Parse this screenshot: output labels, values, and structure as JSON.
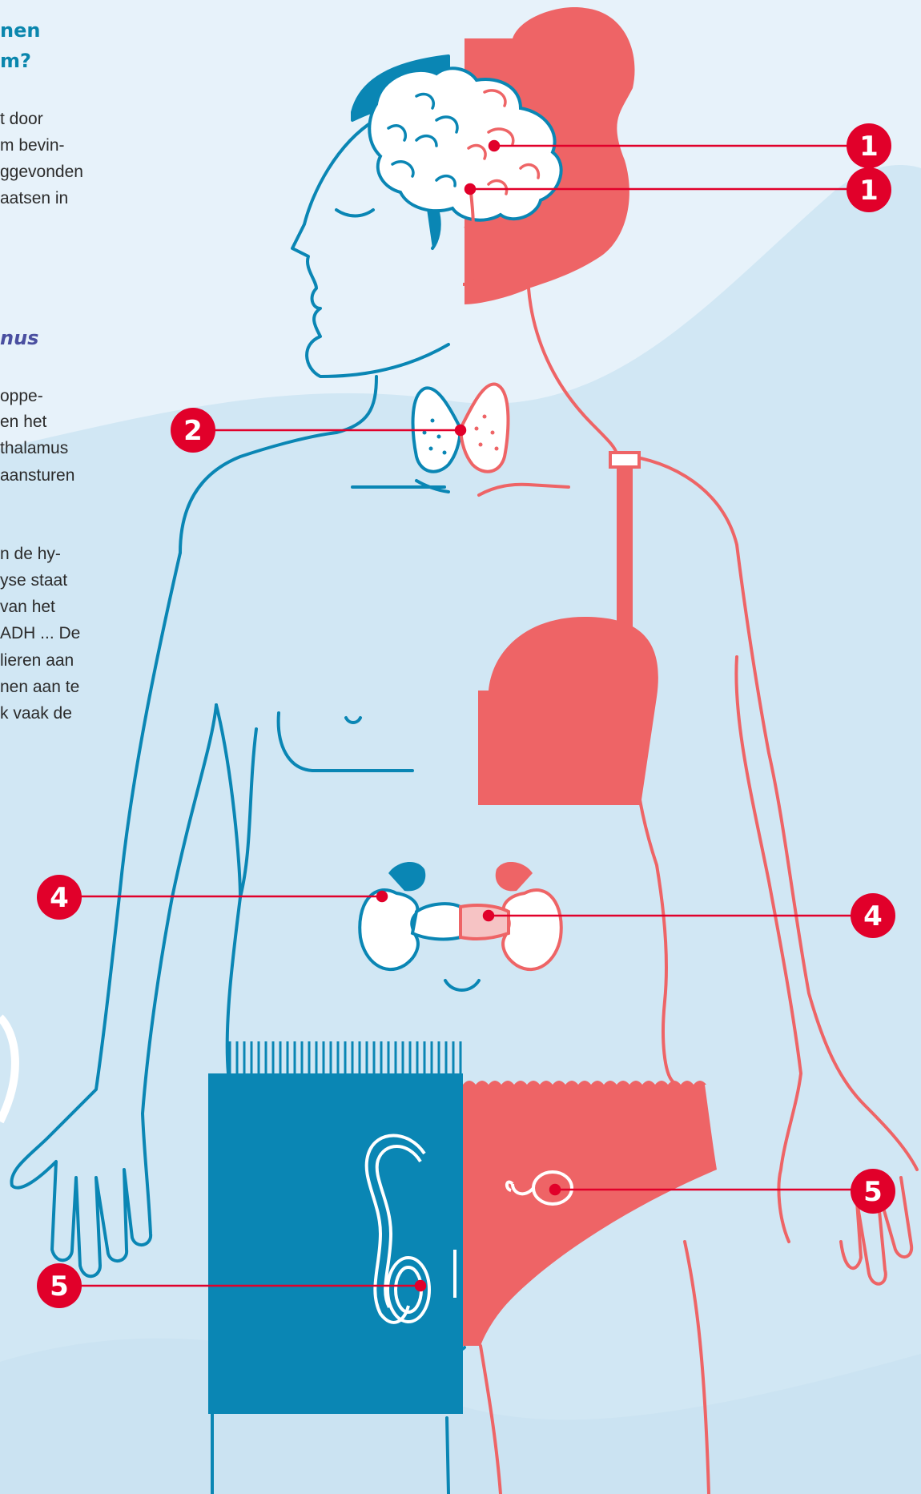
{
  "intro": {
    "heading_line1": "nen",
    "heading_line2": "m?",
    "para_lines": [
      "t door",
      "m bevin-",
      "ggevonden",
      "aatsen in"
    ]
  },
  "section": {
    "subheading": "nus",
    "para1_lines": [
      "oppe-",
      "en het",
      "thalamus",
      "aansturen"
    ],
    "para2_lines": [
      "n de hy-",
      "yse staat",
      "van het",
      "ADH ... De",
      "lieren aan",
      "nen aan te",
      "k vaak de"
    ]
  },
  "markers": [
    {
      "label": "1"
    },
    {
      "label": "1"
    },
    {
      "label": "2"
    },
    {
      "label": "4"
    },
    {
      "label": "4"
    },
    {
      "label": "5"
    },
    {
      "label": "5"
    }
  ],
  "colors": {
    "male": "#0a86b4",
    "female": "#ee6466",
    "marker": "#e1002a",
    "background": "#e7f2fa",
    "background_blob": "#d1e7f4"
  }
}
